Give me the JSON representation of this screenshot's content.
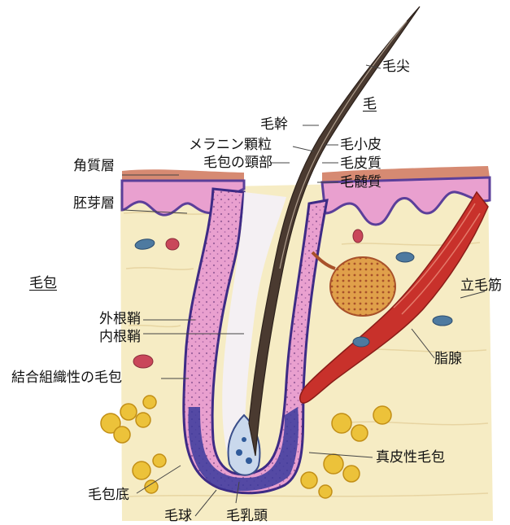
{
  "labels": {
    "hair_tip": "毛尖",
    "hair": "毛",
    "hair_shaft": "毛幹",
    "melanin_granule": "メラニン顆粒",
    "follicle_neck": "毛包の頸部",
    "cuticle": "毛小皮",
    "cortex": "毛皮質",
    "medulla": "毛髄質",
    "stratum_corneum": "角質層",
    "germinal_layer": "胚芽層",
    "hair_follicle": "毛包",
    "arrector_pili": "立毛筋",
    "outer_root_sheath": "外根鞘",
    "inner_root_sheath": "内根鞘",
    "sebaceous_gland": "脂腺",
    "connective_follicle": "結合組織性の毛包",
    "dermal_follicle": "真皮性毛包",
    "follicle_base": "毛包底",
    "hair_bulb": "毛球",
    "dermal_papilla": "毛乳頭"
  },
  "colors": {
    "dermis": "#f6ecc4",
    "epidermis": "#e9a0cf",
    "basal": "#5b3f9a",
    "corneum": "#d68a72",
    "hair": "#4a3a30",
    "muscle": "#c8312b",
    "gland": "#e0a04a",
    "fat": "#ecc23a",
    "vessel": "#4e7aa0"
  }
}
